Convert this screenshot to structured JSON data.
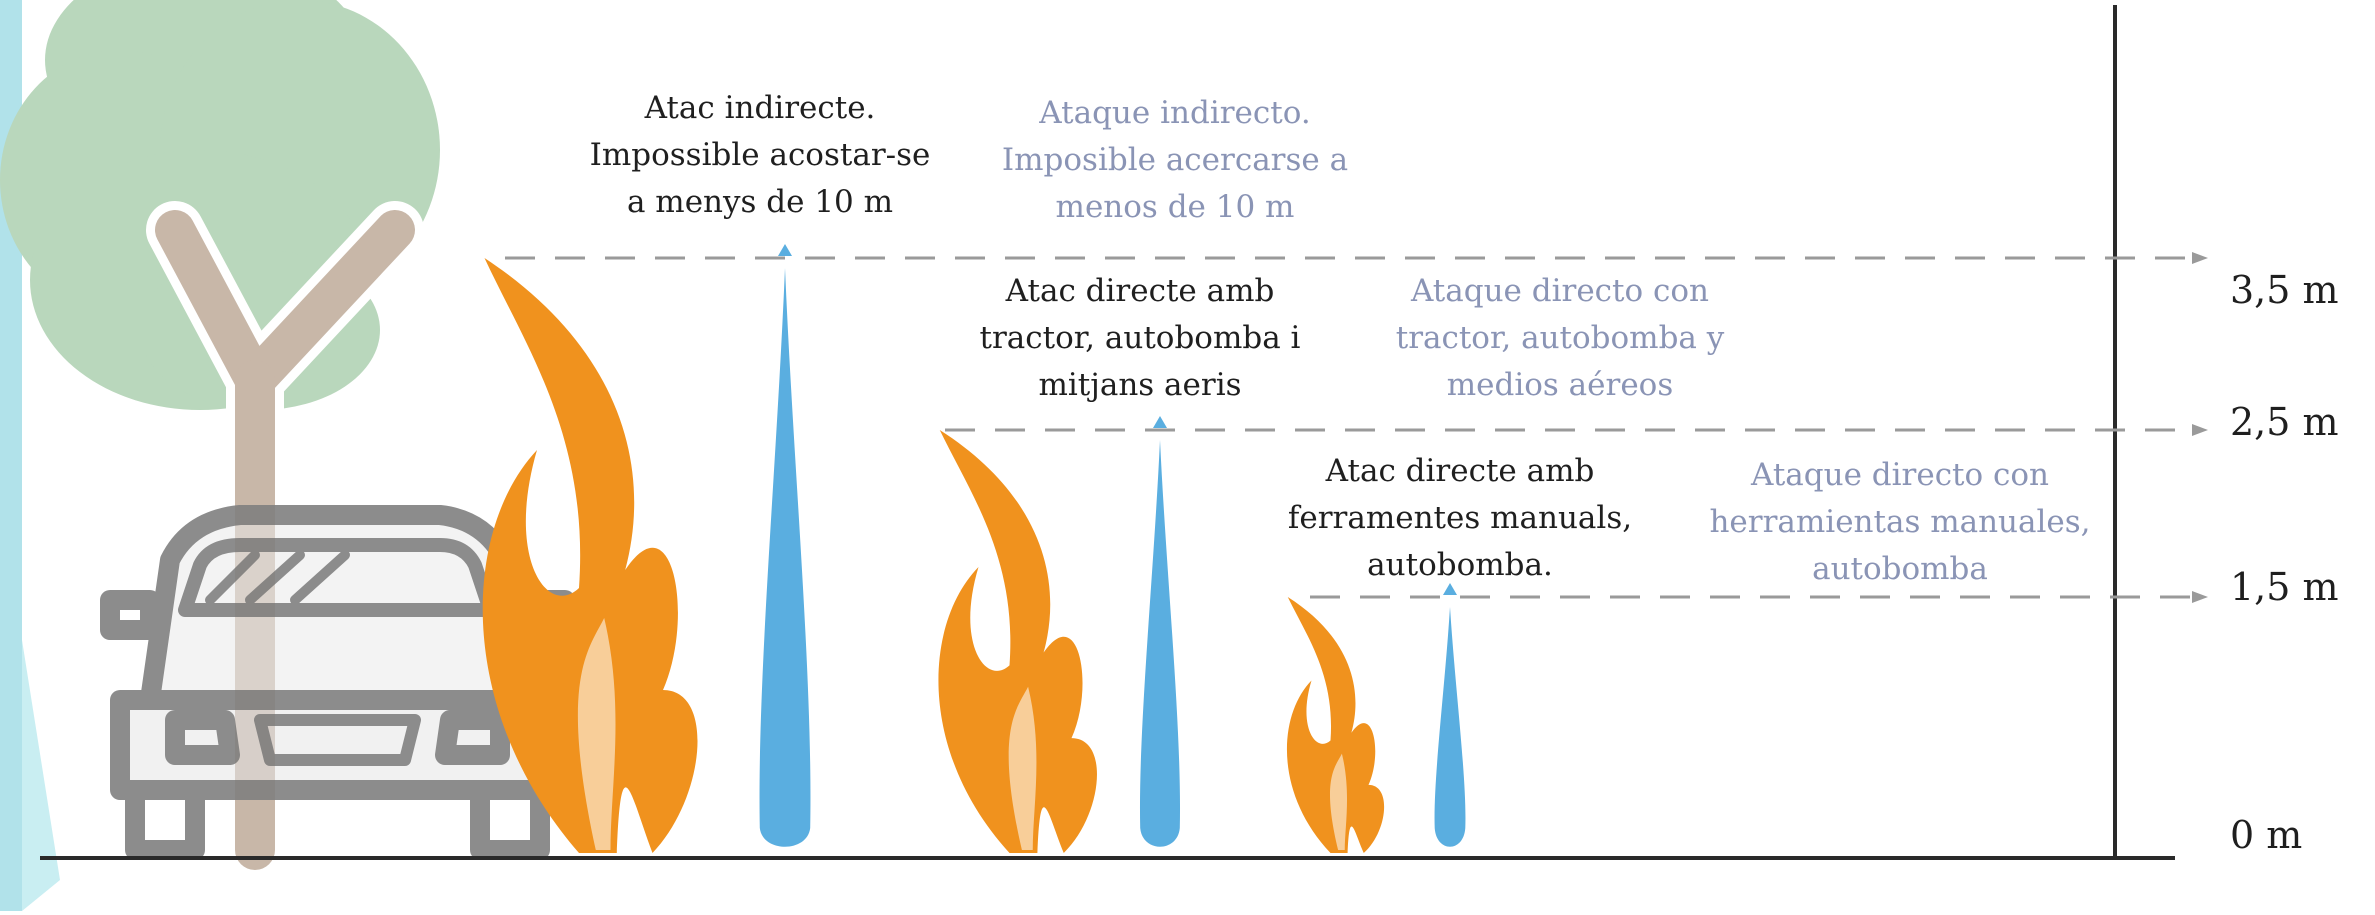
{
  "colors": {
    "flame": "#f0921e",
    "flame_dark": "#e27d12",
    "water": "#5aaee0",
    "tree_foliage": "#b9d7bc",
    "trunk": "#c8b7a8",
    "car": "#808080",
    "guide_line": "#9a9a9a",
    "axis": "#2a2a2a",
    "label_catalan": "#1f1f1f",
    "label_spanish": "#8a94b5",
    "left_accent": "#a9dfe8"
  },
  "levels": [
    {
      "tick": "3,5 m",
      "height_m": 3.5,
      "catalan": [
        "Atac indirecte.",
        "Impossible acostar-se",
        "a menys de 10 m"
      ],
      "spanish": [
        "Ataque indirecto.",
        "Imposible acercarse a",
        "menos de 10 m"
      ]
    },
    {
      "tick": "2,5 m",
      "height_m": 2.5,
      "catalan": [
        "Atac directe amb",
        "tractor, autobomba i",
        "mitjans aeris"
      ],
      "spanish": [
        "Ataque directo con",
        "tractor, autobomba y",
        "medios aéreos"
      ]
    },
    {
      "tick": "1,5 m",
      "height_m": 1.5,
      "catalan": [
        "Atac directe amb",
        "ferramentes manuals,",
        "autobomba."
      ],
      "spanish": [
        "Ataque directo con",
        "herramientas manuales,",
        "autobomba"
      ]
    }
  ],
  "base_tick": "0 m",
  "icons": [
    "tree-icon",
    "car-icon",
    "flame-icon",
    "water-drop-icon"
  ]
}
